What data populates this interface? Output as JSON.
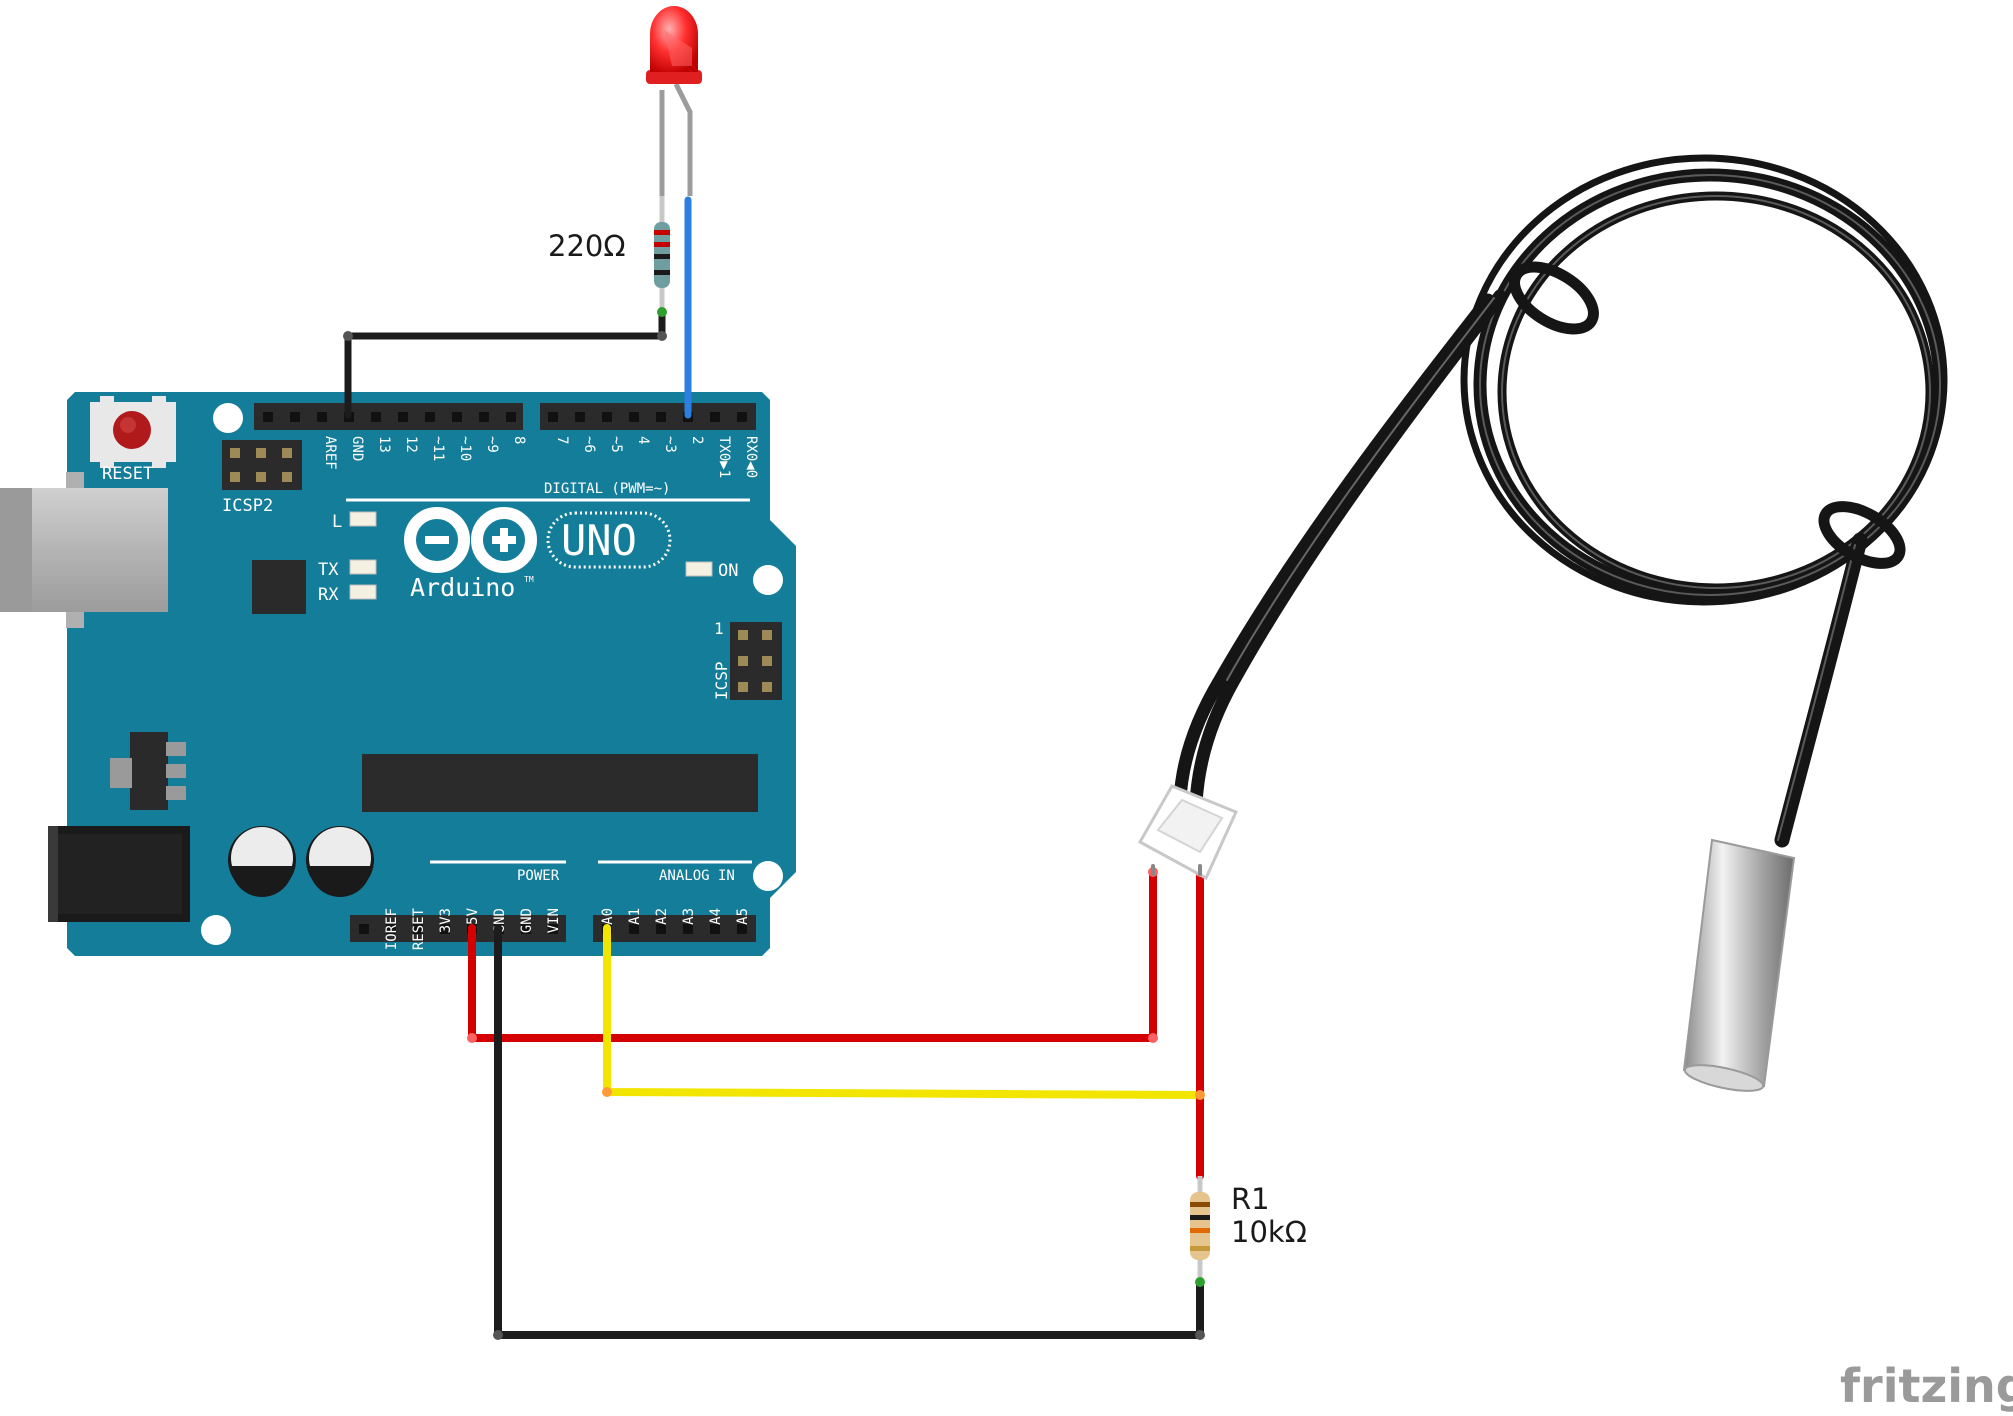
{
  "labels": {
    "reset": "RESET",
    "icsp2": "ICSP2",
    "icsp": "ICSP",
    "icsp_pin1": "1",
    "led_l": "L",
    "led_tx": "TX",
    "led_rx": "RX",
    "led_on": "ON",
    "digital": "DIGITAL (PWM=~)",
    "power": "POWER",
    "analog_in": "ANALOG IN",
    "arduino": "Arduino",
    "tm": "TM",
    "uno": "UNO",
    "resistor_top_value": "220Ω",
    "resistor_bottom_name": "R1",
    "resistor_bottom_value": "10kΩ",
    "fritzing": "fritzing"
  },
  "top_pins": [
    "AREF",
    "GND",
    "13",
    "12",
    "~11",
    "~10",
    "~9",
    "8",
    "7",
    "~6",
    "~5",
    "4",
    "~3",
    "2",
    "TX0▶1",
    "RX0◀0"
  ],
  "power_pins": [
    "IOREF",
    "RESET",
    "3V3",
    "5V",
    "GND",
    "GND",
    "VIN"
  ],
  "analog_pins": [
    "A0",
    "A1",
    "A2",
    "A3",
    "A4",
    "A5"
  ],
  "colors": {
    "board": "#147d9a",
    "header": "#2b2b2b",
    "wire_black": "#1c1c1c",
    "wire_red": "#d40000",
    "wire_yellow": "#f2e600",
    "wire_blue": "#2b7fe0",
    "led_red": "#ff3030",
    "cable": "#151515"
  }
}
